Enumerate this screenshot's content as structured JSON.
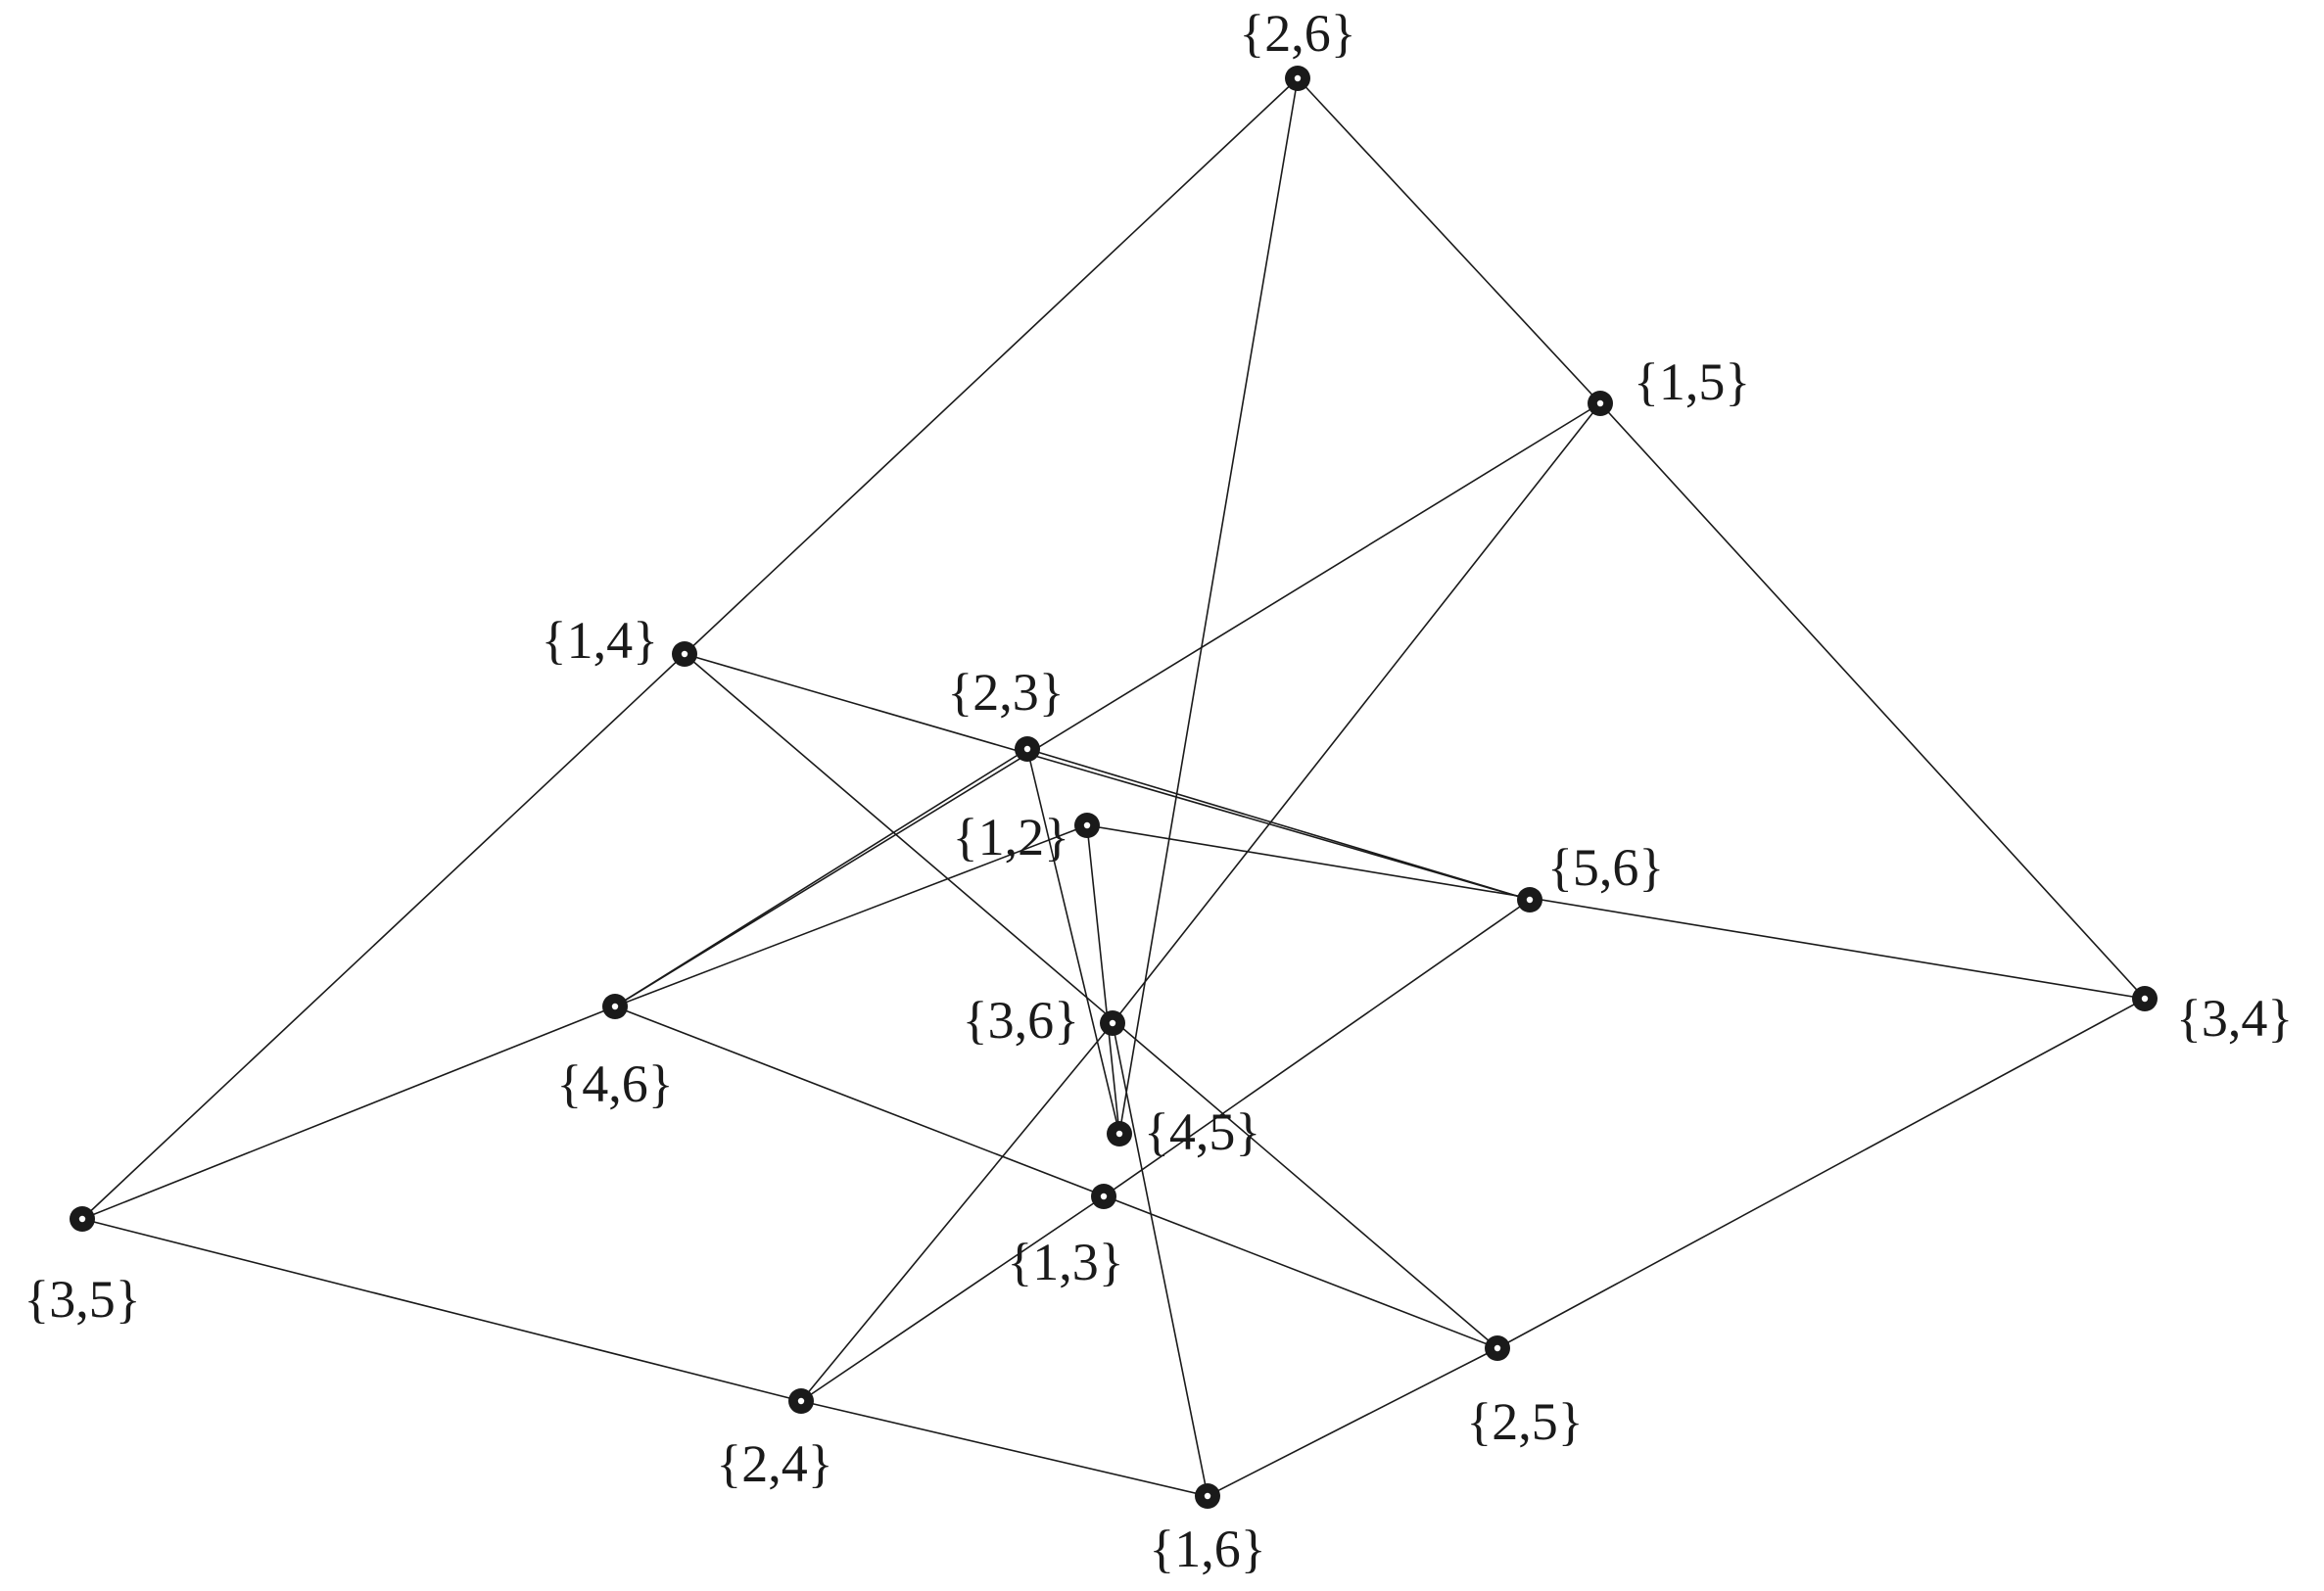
{
  "diagram": {
    "nodes": [
      {
        "id": "26",
        "label": "{2,6}"
      },
      {
        "id": "15",
        "label": "{1,5}"
      },
      {
        "id": "14",
        "label": "{1,4}"
      },
      {
        "id": "23",
        "label": "{2,3}"
      },
      {
        "id": "12",
        "label": "{1,2}"
      },
      {
        "id": "56",
        "label": "{5,6}"
      },
      {
        "id": "46",
        "label": "{4,6}"
      },
      {
        "id": "36",
        "label": "{3,6}"
      },
      {
        "id": "34",
        "label": "{3,4}"
      },
      {
        "id": "45",
        "label": "{4,5}"
      },
      {
        "id": "13",
        "label": "{1,3}"
      },
      {
        "id": "35",
        "label": "{3,5}"
      },
      {
        "id": "25",
        "label": "{2,5}"
      },
      {
        "id": "24",
        "label": "{2,4}"
      },
      {
        "id": "16",
        "label": "{1,6}"
      }
    ],
    "edges": [
      [
        "26",
        "14"
      ],
      [
        "26",
        "15"
      ],
      [
        "26",
        "45"
      ],
      [
        "15",
        "34"
      ],
      [
        "15",
        "46"
      ],
      [
        "15",
        "36"
      ],
      [
        "14",
        "35"
      ],
      [
        "14",
        "56"
      ],
      [
        "14",
        "25"
      ],
      [
        "23",
        "45"
      ],
      [
        "23",
        "56"
      ],
      [
        "12",
        "46"
      ],
      [
        "12",
        "34"
      ],
      [
        "12",
        "45"
      ],
      [
        "46",
        "35"
      ],
      [
        "46",
        "25"
      ],
      [
        "56",
        "13"
      ],
      [
        "36",
        "24"
      ],
      [
        "36",
        "16"
      ],
      [
        "34",
        "25"
      ],
      [
        "13",
        "24"
      ],
      [
        "35",
        "24"
      ],
      [
        "24",
        "16"
      ],
      [
        "16",
        "25"
      ],
      [
        "23",
        "46"
      ]
    ]
  },
  "colors": {
    "ink": "#1a1a1a",
    "background": "#ffffff"
  }
}
